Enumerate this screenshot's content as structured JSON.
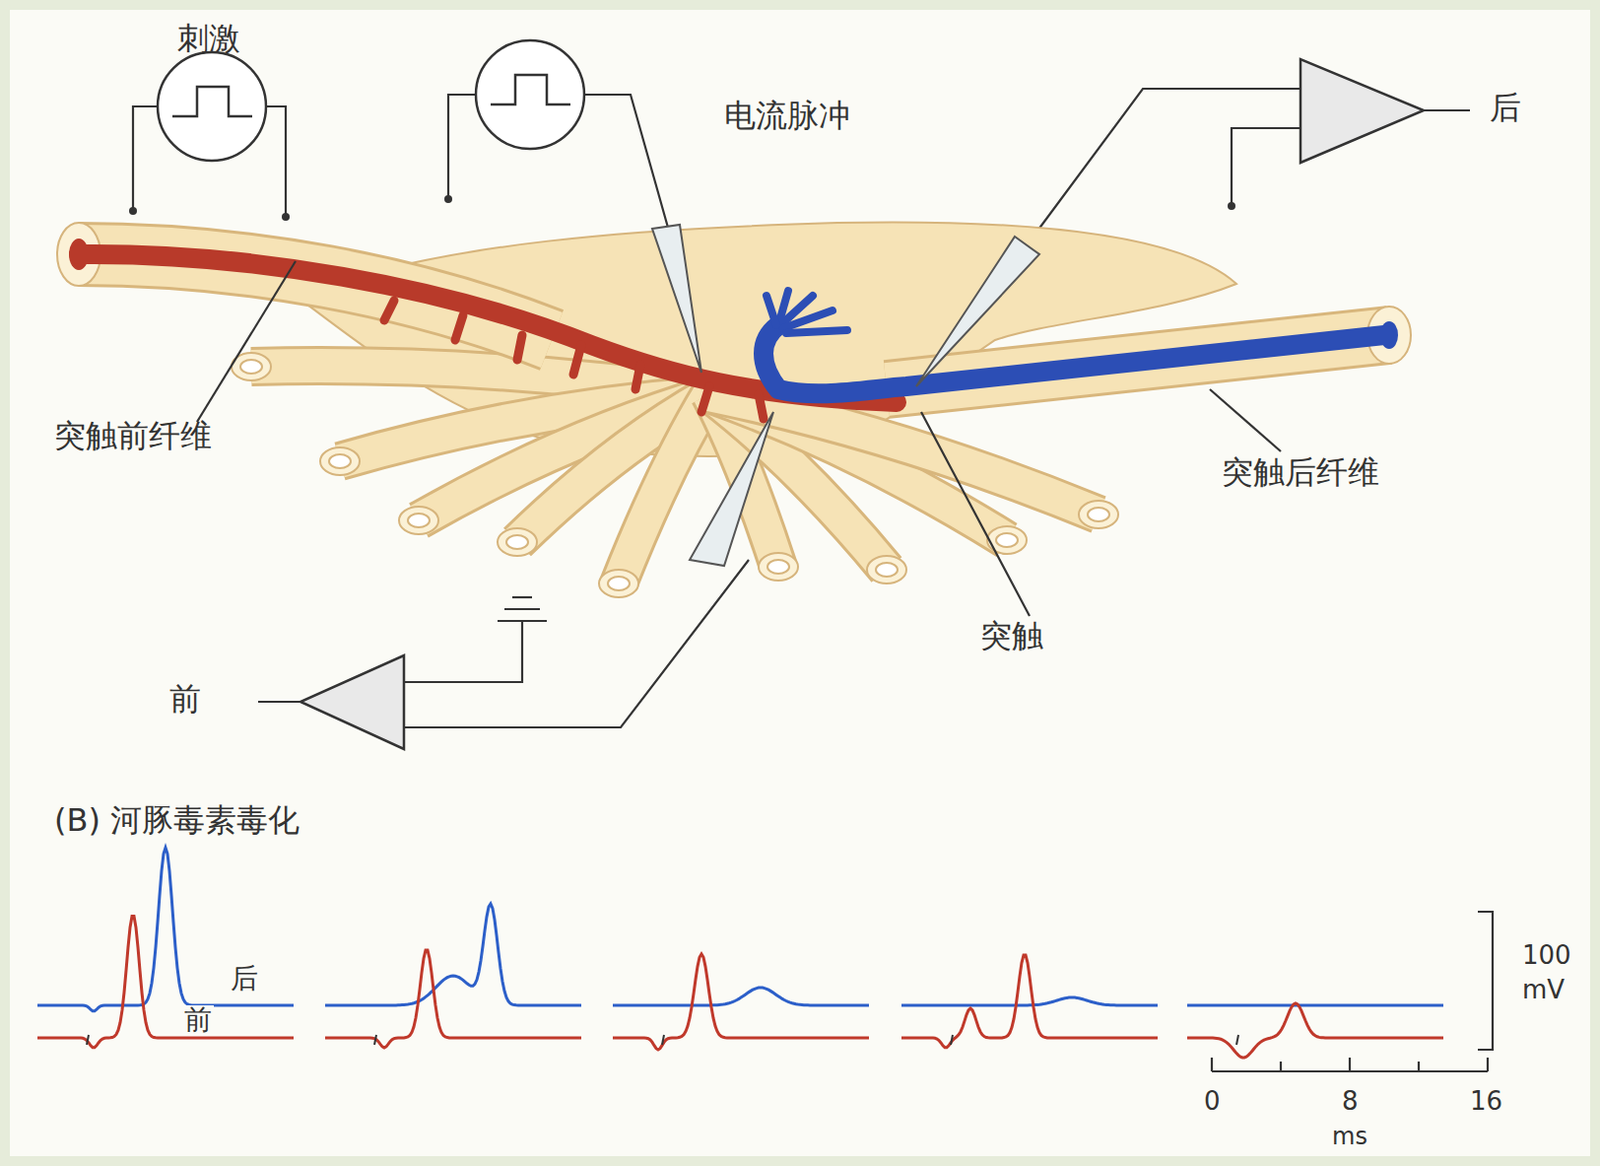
{
  "diagram": {
    "labels": [
      "刺激",
      "电流脉冲",
      "后",
      "突触前纤维",
      "突触后纤维",
      "突触",
      "前",
      "(B) 河豚毒素毒化",
      "后",
      "前",
      "100",
      "mV",
      "0",
      "8",
      "16",
      "ms"
    ]
  }
}
